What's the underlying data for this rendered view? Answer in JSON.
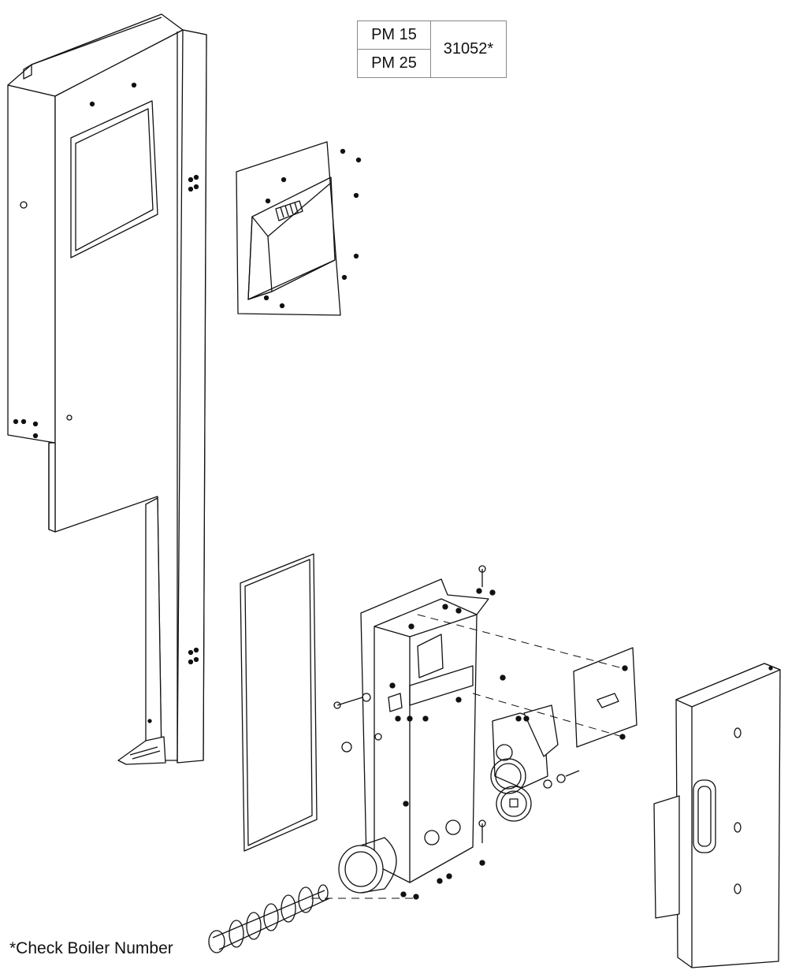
{
  "part_table": {
    "models": [
      "PM 15",
      "PM 25"
    ],
    "part_number": "31052*"
  },
  "footnote": "*Check Boiler Number",
  "colors": {
    "line": "#111111",
    "background": "#ffffff",
    "table_border": "#888888"
  }
}
